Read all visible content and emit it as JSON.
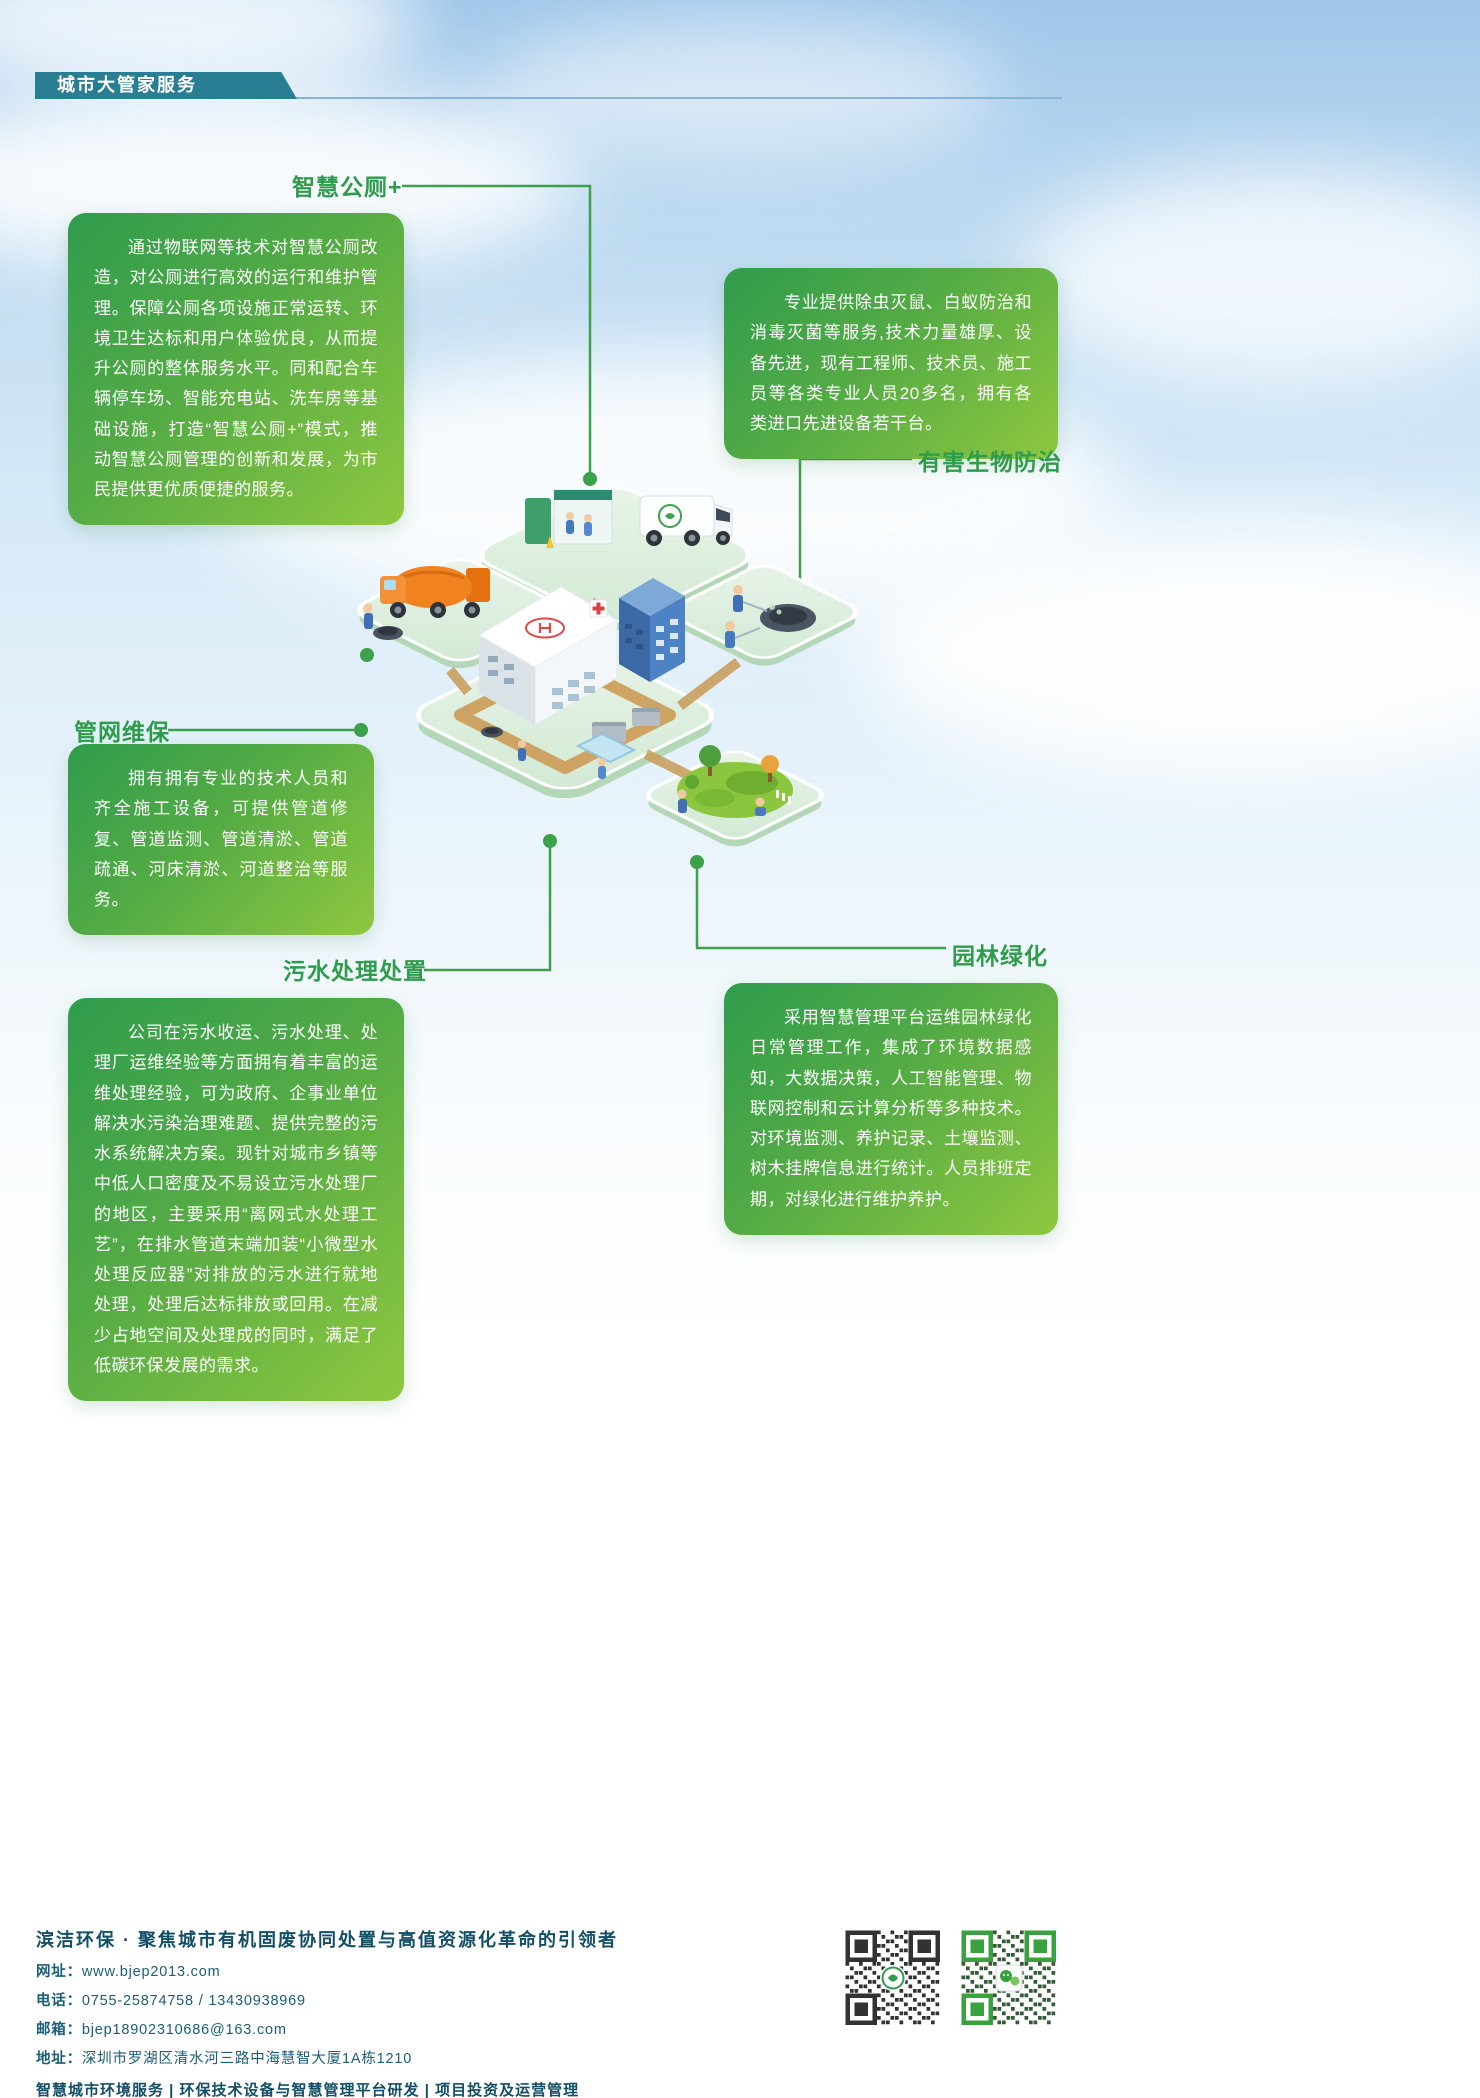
{
  "header": {
    "title": "城市大管家服务"
  },
  "sections": [
    {
      "id": "smart-toilet",
      "label": "智慧公厕+",
      "body": "通过物联网等技术对智慧公厕改造，对公厕进行高效的运行和维护管理。保障公厕各项设施正常运转、环境卫生达标和用户体验优良，从而提升公厕的整体服务水平。同和配合车辆停车场、智能充电站、洗车房等基础设施，打造“智慧公厕+”模式，推动智慧公厕管理的创新和发展，为市民提供更优质便捷的服务。"
    },
    {
      "id": "pest-control",
      "label": "有害生物防治",
      "body": "专业提供除虫灭鼠、白蚁防治和消毒灭菌等服务,技术力量雄厚、设备先进，现有工程师、技术员、施工员等各类专业人员20多名，拥有各类进口先进设备若干台。"
    },
    {
      "id": "pipeline-maintenance",
      "label": "管网维保",
      "body": "拥有拥有专业的技术人员和齐全施工设备，可提供管道修复、管道监测、管道清淤、管道疏通、河床清淤、河道整治等服务。"
    },
    {
      "id": "sewage-treatment",
      "label": "污水处理处置",
      "body": "公司在污水收运、污水处理、处理厂运维经验等方面拥有着丰富的运维处理经验，可为政府、企事业单位解决水污染治理难题、提供完整的污水系统解决方案。现针对城市乡镇等中低人口密度及不易设立污水处理厂的地区，主要采用“离网式水处理工艺”，在排水管道末端加装“小微型水处理反应器”对排放的污水进行就地处理，处理后达标排放或回用。在减少占地空间及处理成的同时，满足了低碳环保发展的需求。"
    },
    {
      "id": "landscaping",
      "label": "园林绿化",
      "body": "采用智慧管理平台运维园林绿化日常管理工作，集成了环境数据感知，大数据决策，人工智能管理、物联网控制和云计算分析等多种技术。对环境监测、养护记录、土壤监测、树木挂牌信息进行统计。人员排班定期，对绿化进行维护养护。"
    }
  ],
  "footer": {
    "tagline": "滨洁环保 · 聚焦城市有机固废协同处置与高值资源化革命的引领者",
    "contacts": [
      {
        "label": "网址：",
        "value": "www.bjep2013.com"
      },
      {
        "label": "电话：",
        "value": "0755-25874758 / 13430938969"
      },
      {
        "label": "邮箱：",
        "value": "bjep18902310686@163.com"
      },
      {
        "label": "地址：",
        "value": "深圳市罗湖区清水河三路中海慧智大厦1A栋1210"
      }
    ],
    "services": "智慧城市环境服务 | 环保技术设备与智慧管理平台研发 | 项目投资及运营管理",
    "icons": {
      "qr_left": "qr-code-company",
      "qr_right": "qr-code-wechat"
    }
  },
  "colors": {
    "accent_green": "#3da04b",
    "header_teal": "#2a7e93",
    "box_gradient_start": "#2f9c4d",
    "box_gradient_end": "#8fc840"
  }
}
